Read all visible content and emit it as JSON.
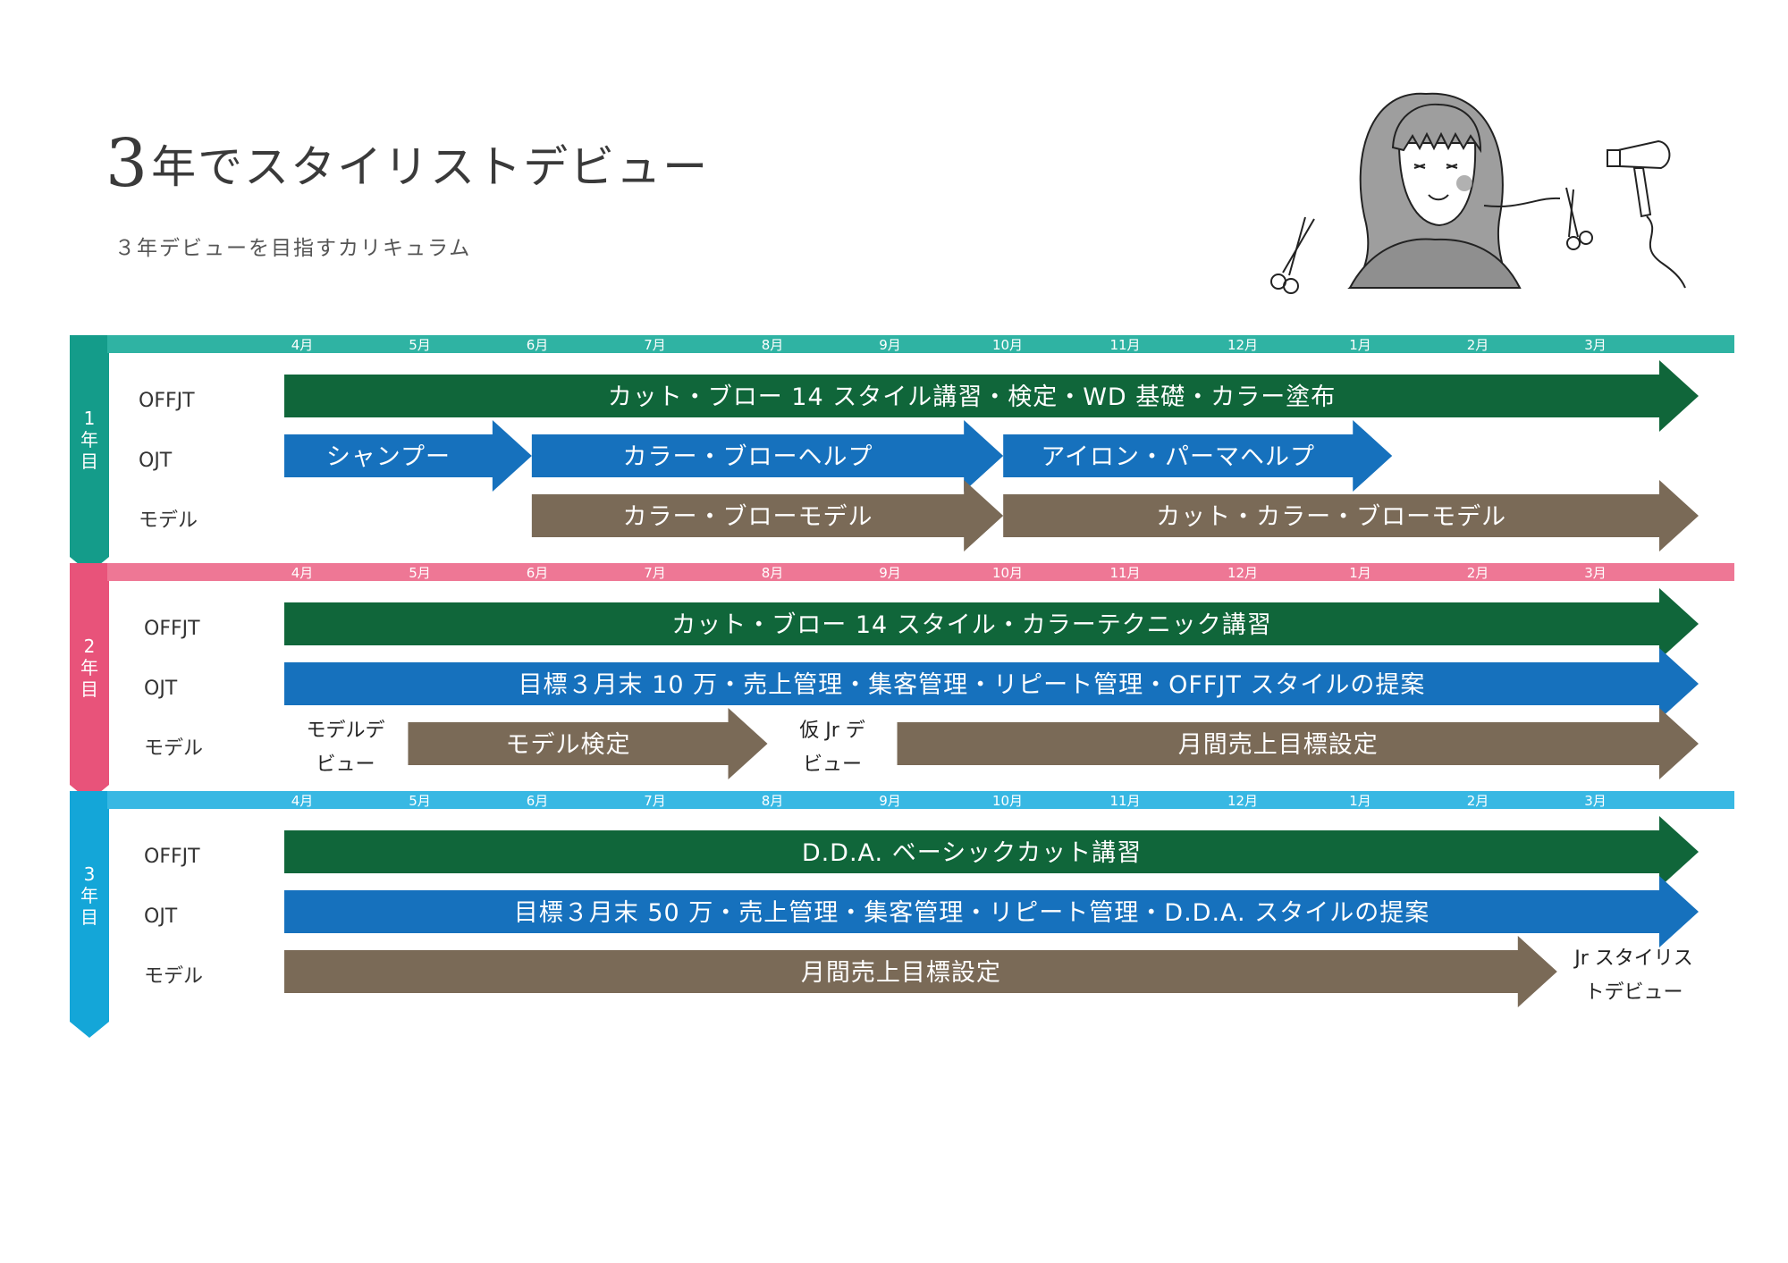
{
  "header": {
    "title_number": "3",
    "title_text": "年でスタイリストデビュー",
    "subtitle": "３年デビューを目指すカリキュラム"
  },
  "colors": {
    "year1": "#2fb3a3",
    "year1_tab": "#149c8a",
    "year2": "#ee7795",
    "year2_tab": "#e8537a",
    "year3": "#38b8e3",
    "year3_tab": "#14a6d8",
    "offjt": "#10663a",
    "ojt": "#1671bd",
    "model": "#7a6a57"
  },
  "months": [
    "4月",
    "5月",
    "6月",
    "7月",
    "8月",
    "9月",
    "10月",
    "11月",
    "12月",
    "1月",
    "2月",
    "3月"
  ],
  "row_labels": [
    "OFFJT",
    "OJT",
    "モデル"
  ],
  "years": [
    {
      "label": "1年目",
      "color_key": "year1",
      "tab_key": "year1_tab",
      "bars": [
        {
          "row": 0,
          "text": "カット・ブロー 14 スタイル講習・検定・WD 基礎・カラー塗布",
          "color_key": "offjt",
          "start": 0,
          "end": 12,
          "arrow": "big"
        },
        {
          "row": 1,
          "text": "シャンプー",
          "color_key": "ojt",
          "start": 0,
          "end": 2.1,
          "arrow": "big"
        },
        {
          "row": 1,
          "text": "カラー・ブローヘルプ",
          "color_key": "ojt",
          "start": 2.1,
          "end": 6.1,
          "arrow": "big"
        },
        {
          "row": 1,
          "text": "アイロン・パーマヘルプ",
          "color_key": "ojt",
          "start": 6.1,
          "end": 9.4,
          "arrow": "big"
        },
        {
          "row": 2,
          "text": "カラー・ブローモデル",
          "color_key": "model",
          "start": 2.1,
          "end": 6.1,
          "arrow": "big"
        },
        {
          "row": 2,
          "text": "カット・カラー・ブローモデル",
          "color_key": "model",
          "start": 6.1,
          "end": 12,
          "arrow": "big"
        }
      ],
      "notes": []
    },
    {
      "label": "2年目",
      "color_key": "year2",
      "tab_key": "year2_tab",
      "bars": [
        {
          "row": 0,
          "text": "カット・ブロー 14 スタイル・カラーテクニック講習",
          "color_key": "offjt",
          "start": 0,
          "end": 12,
          "arrow": "big"
        },
        {
          "row": 1,
          "text": "目標３月末 10 万・売上管理・集客管理・リピート管理・OFFJT スタイルの提案",
          "color_key": "ojt",
          "start": 0,
          "end": 12,
          "arrow": "big"
        },
        {
          "row": 2,
          "text": "モデル検定",
          "color_key": "model",
          "start": 1.05,
          "end": 4.1,
          "arrow": "big"
        },
        {
          "row": 2,
          "text": "月間売上目標設定",
          "color_key": "model",
          "start": 5.2,
          "end": 12,
          "arrow": "big"
        }
      ],
      "notes": [
        {
          "lines": [
            "モデルデ",
            "ビュー"
          ],
          "at": 0.52
        },
        {
          "lines": [
            "仮 Jr デ",
            "ビュー"
          ],
          "at": 4.65
        }
      ]
    },
    {
      "label": "3年目",
      "color_key": "year3",
      "tab_key": "year3_tab",
      "bars": [
        {
          "row": 0,
          "text": "D.D.A. ベーシックカット講習",
          "color_key": "offjt",
          "start": 0,
          "end": 12,
          "arrow": "big"
        },
        {
          "row": 1,
          "text": "目標３月末 50 万・売上管理・集客管理・リピート管理・D.D.A. スタイルの提案",
          "color_key": "ojt",
          "start": 0,
          "end": 12,
          "arrow": "big"
        },
        {
          "row": 2,
          "text": "月間売上目標設定",
          "color_key": "model",
          "start": 0,
          "end": 10.8,
          "arrow": "big"
        }
      ],
      "notes": [
        {
          "lines": [
            "Jr スタイリス",
            "トデビュー"
          ],
          "at": 11.45
        }
      ]
    }
  ]
}
